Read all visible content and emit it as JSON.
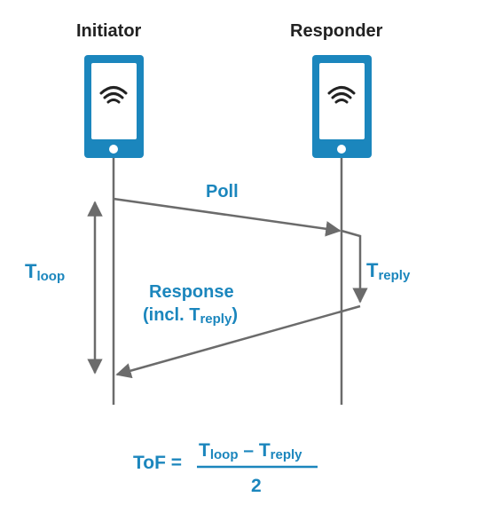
{
  "initiator": {
    "title": "Initiator"
  },
  "responder": {
    "title": "Responder"
  },
  "messages": {
    "poll": "Poll",
    "response_line1": "Response",
    "response_prefix": "(incl. T",
    "response_sub": "reply",
    "response_suffix": ")"
  },
  "t_loop": {
    "base": "T",
    "sub": "loop"
  },
  "t_reply": {
    "base": "T",
    "sub": "reply"
  },
  "formula": {
    "lhs": "ToF =",
    "num_t1": "T",
    "num_s1": "loop",
    "minus": " – ",
    "num_t2": "T",
    "num_s2": "reply",
    "denominator": "2"
  },
  "colors": {
    "phone_blue": "#1b86bd",
    "accent_blue": "#1b86bd",
    "line_gray": "#6b6b6b",
    "text_black": "#222222"
  }
}
